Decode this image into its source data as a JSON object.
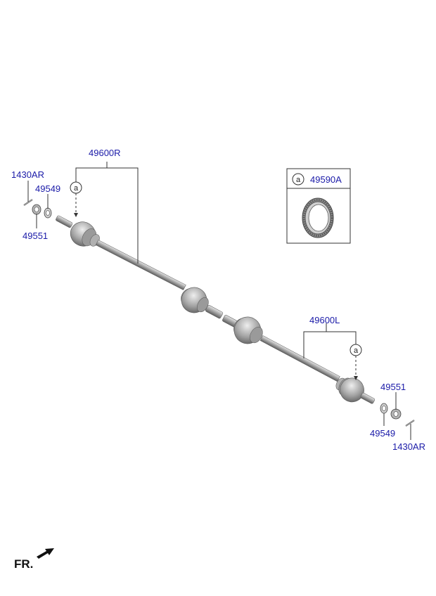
{
  "labels": {
    "shaft_right": "49600R",
    "shaft_left": "49600L",
    "tone_wheel": "49590A",
    "cotter_pin_left": "1430AR",
    "washer_left": "49549",
    "nut_left": "49551",
    "cotter_pin_right": "1430AR",
    "washer_right": "49549",
    "nut_right": "49551"
  },
  "callouts": {
    "ref_letter": "a"
  },
  "direction": {
    "front_label": "FR."
  },
  "colors": {
    "label_text": "#1a1aa8",
    "line": "#333333",
    "part_fill": "#b9b9b9",
    "part_dark": "#7a7a7a"
  }
}
